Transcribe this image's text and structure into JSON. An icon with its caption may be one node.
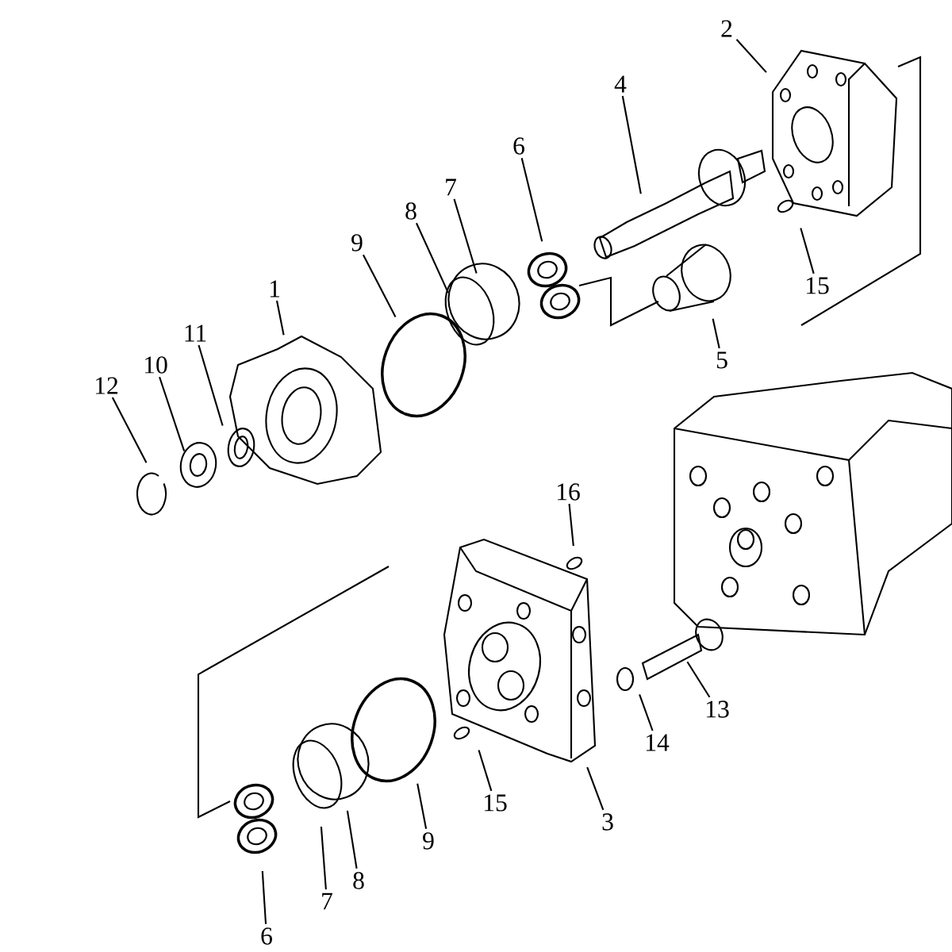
{
  "diagram": {
    "nodes": [
      {
        "text": [
          "2"
        ]
      },
      {
        "text": [
          "4"
        ]
      },
      {
        "text": [
          "6"
        ]
      },
      {
        "text": [
          "7"
        ]
      },
      {
        "text": [
          "8"
        ]
      },
      {
        "text": [
          "9"
        ]
      },
      {
        "text": [
          "1"
        ]
      },
      {
        "text": [
          "15"
        ]
      },
      {
        "text": [
          "11"
        ]
      },
      {
        "text": [
          "10"
        ]
      },
      {
        "text": [
          "5"
        ]
      },
      {
        "text": [
          "12"
        ]
      },
      {
        "text": [
          "16"
        ]
      },
      {
        "text": [
          "13"
        ]
      },
      {
        "text": [
          "14"
        ]
      },
      {
        "text": [
          "15"
        ]
      },
      {
        "text": [
          "3"
        ]
      },
      {
        "text": [
          "9"
        ]
      },
      {
        "text": [
          "8"
        ]
      },
      {
        "text": [
          "7"
        ]
      },
      {
        "text": [
          "6"
        ]
      }
    ],
    "edges": [
      {
        "from": 0,
        "to": null,
        "arrow": "none"
      },
      {
        "from": 1,
        "to": null,
        "arrow": "none"
      },
      {
        "from": 2,
        "to": null,
        "arrow": "none"
      },
      {
        "from": 3,
        "to": null,
        "arrow": "none"
      },
      {
        "from": 4,
        "to": null,
        "arrow": "none"
      },
      {
        "from": 5,
        "to": null,
        "arrow": "none"
      },
      {
        "from": 6,
        "to": null,
        "arrow": "none"
      },
      {
        "from": 7,
        "to": null,
        "arrow": "none"
      },
      {
        "from": 8,
        "to": null,
        "arrow": "none"
      },
      {
        "from": 9,
        "to": null,
        "arrow": "none"
      },
      {
        "from": 10,
        "to": null,
        "arrow": "none"
      },
      {
        "from": 11,
        "to": null,
        "arrow": "none"
      },
      {
        "from": 12,
        "to": null,
        "arrow": "none"
      },
      {
        "from": 13,
        "to": null,
        "arrow": "none"
      },
      {
        "from": 14,
        "to": null,
        "arrow": "none"
      },
      {
        "from": 15,
        "to": null,
        "arrow": "none"
      },
      {
        "from": 16,
        "to": null,
        "arrow": "none"
      },
      {
        "from": 17,
        "to": null,
        "arrow": "none"
      },
      {
        "from": 18,
        "to": null,
        "arrow": "none"
      },
      {
        "from": 19,
        "to": null,
        "arrow": "none"
      },
      {
        "from": 20,
        "to": null,
        "arrow": "none"
      }
    ]
  }
}
